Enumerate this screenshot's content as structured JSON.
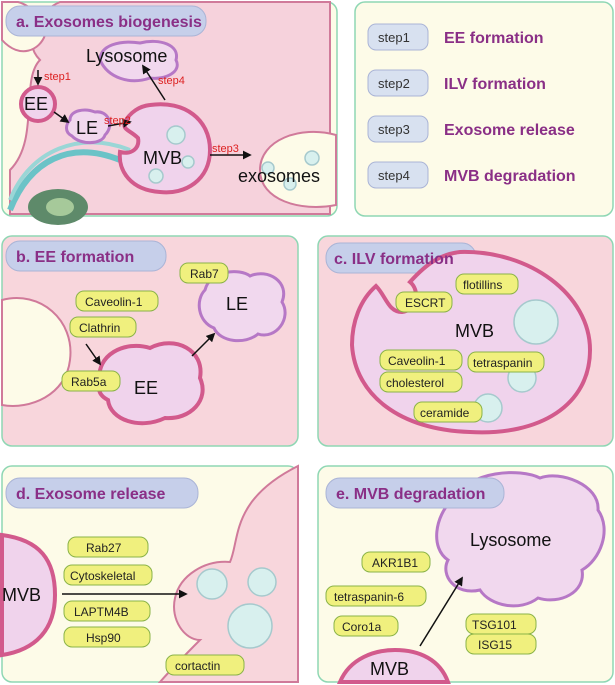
{
  "panel_a": {
    "title": "a. Exosomes biogenesis",
    "lysosome": "Lysosome",
    "ee": "EE",
    "le": "LE",
    "mvb": "MVB",
    "exosomes": "exosomes",
    "step1": "step1",
    "step2": "step2",
    "step3": "step3",
    "step4": "step4"
  },
  "legend": {
    "items": [
      {
        "step": "step1",
        "name": "EE formation"
      },
      {
        "step": "step2",
        "name": "ILV formation"
      },
      {
        "step": "step3",
        "name": "Exosome release"
      },
      {
        "step": "step4",
        "name": "MVB degradation"
      }
    ]
  },
  "panel_b": {
    "title": "b.  EE formation",
    "tags": [
      "Caveolin-1",
      "Clathrin",
      "Rab5a",
      "Rab7"
    ],
    "ee": "EE",
    "le": "LE"
  },
  "panel_c": {
    "title": "c. ILV formation",
    "mvb": "MVB",
    "tags": [
      "flotillins",
      "ESCRT",
      "Caveolin-1",
      "cholesterol",
      "tetraspanin",
      "ceramide"
    ]
  },
  "panel_d": {
    "title": "d. Exosome release",
    "mvb": "MVB",
    "tags": [
      "Rab27",
      "Cytoskeletal",
      "LAPTM4B",
      "Hsp90",
      "cortactin"
    ]
  },
  "panel_e": {
    "title": "e. MVB degradation",
    "lysosome": "Lysosome",
    "mvb": "MVB",
    "tags": [
      "AKR1B1",
      "tetraspanin-6",
      "Coro1a",
      "TSG101",
      "ISG15"
    ]
  }
}
